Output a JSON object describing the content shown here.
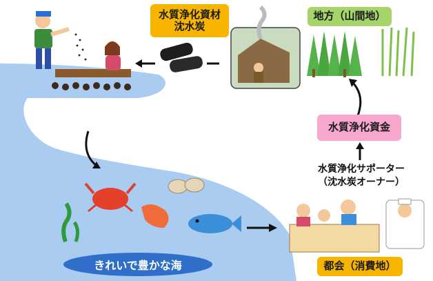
{
  "boxes": {
    "charcoal_label_line1": "水質浄化資材",
    "charcoal_label_line2": "沈水炭",
    "region_label": "地方（山間地）",
    "fund_label": "水質浄化資金",
    "supporter_line1": "水質浄化サポーター",
    "supporter_line2": "（沈水炭オーナー）",
    "city_label": "都会（消費地）",
    "sea_label": "きれいで豊かな海"
  },
  "colors": {
    "water": "#a9ccf0",
    "sea_label_bg": "#2f6fc9",
    "label_yellow": "#f7b500",
    "label_green": "#a6d46a",
    "label_pink": "#f7a8cf"
  },
  "icons": [
    "farmer",
    "girl",
    "charcoal",
    "charcoal-kiln-worker",
    "forest",
    "bamboo",
    "crab",
    "shellfish",
    "shrimp",
    "fish",
    "seaweed",
    "city-consumers",
    "sushi-chef",
    "arrow"
  ]
}
